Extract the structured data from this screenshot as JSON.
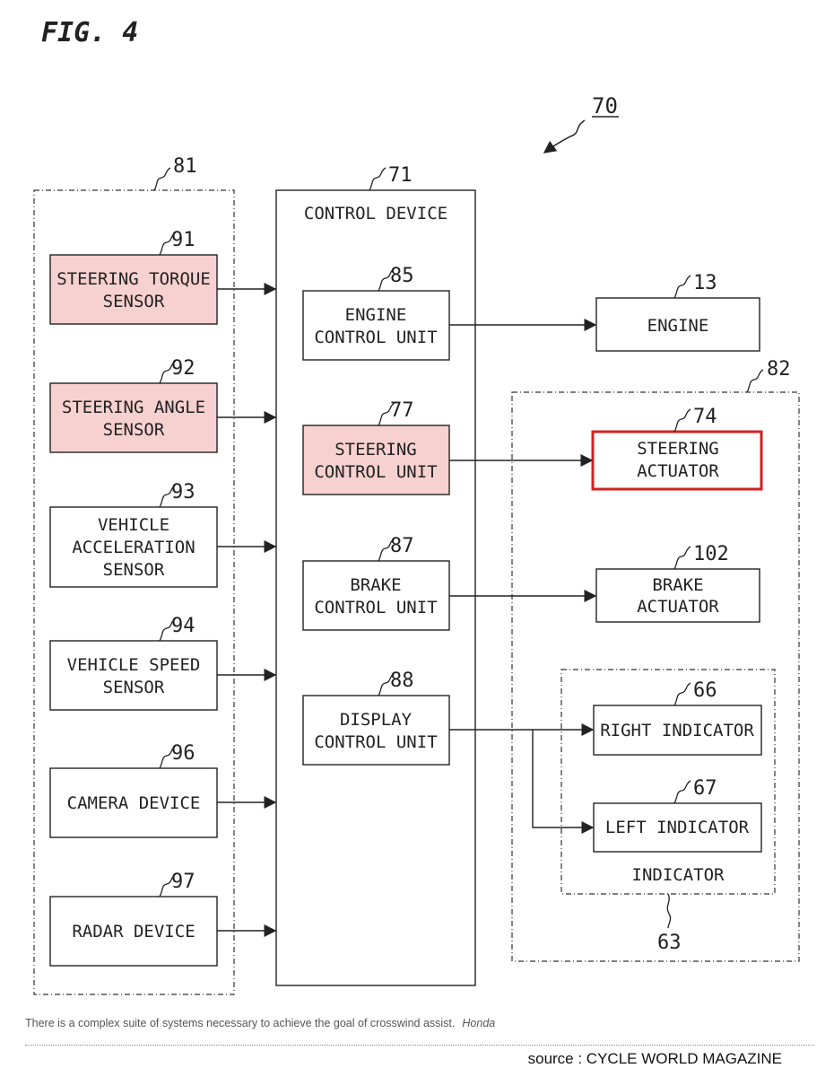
{
  "figure": {
    "title": "FIG. 4",
    "system_ref": "70"
  },
  "groups": {
    "sensors": {
      "ref": "81"
    },
    "control_device": {
      "ref": "71",
      "label": "CONTROL DEVICE"
    },
    "actuators": {
      "ref": "82"
    },
    "indicator": {
      "ref": "63",
      "label": "INDICATOR"
    }
  },
  "sensors": [
    {
      "ref": "91",
      "line1": "STEERING TORQUE",
      "line2": "SENSOR",
      "highlight": true
    },
    {
      "ref": "92",
      "line1": "STEERING ANGLE",
      "line2": "SENSOR",
      "highlight": true
    },
    {
      "ref": "93",
      "line1": "VEHICLE",
      "line2": "ACCELERATION",
      "line3": "SENSOR",
      "highlight": false
    },
    {
      "ref": "94",
      "line1": "VEHICLE SPEED",
      "line2": "SENSOR",
      "highlight": false
    },
    {
      "ref": "96",
      "line1": "CAMERA DEVICE",
      "highlight": false
    },
    {
      "ref": "97",
      "line1": "RADAR DEVICE",
      "highlight": false
    }
  ],
  "units": [
    {
      "ref": "85",
      "line1": "ENGINE",
      "line2": "CONTROL UNIT",
      "highlight": false
    },
    {
      "ref": "77",
      "line1": "STEERING",
      "line2": "CONTROL UNIT",
      "highlight": true
    },
    {
      "ref": "87",
      "line1": "BRAKE",
      "line2": "CONTROL UNIT",
      "highlight": false
    },
    {
      "ref": "88",
      "line1": "DISPLAY",
      "line2": "CONTROL UNIT",
      "highlight": false
    }
  ],
  "outputs": [
    {
      "ref": "13",
      "line1": "ENGINE"
    },
    {
      "ref": "74",
      "line1": "STEERING",
      "line2": "ACTUATOR",
      "emphasis": true
    },
    {
      "ref": "102",
      "line1": "BRAKE",
      "line2": "ACTUATOR"
    },
    {
      "ref": "66",
      "line1": "RIGHT INDICATOR"
    },
    {
      "ref": "67",
      "line1": "LEFT INDICATOR"
    }
  ],
  "caption": {
    "text": "There is a complex suite of systems necessary to achieve the goal of crosswind assist.",
    "credit": "Honda"
  },
  "source": "source : CYCLE WORLD MAGAZINE",
  "colors": {
    "highlight_fill": "#f7d0d0",
    "emphasis_border": "#d42020",
    "line": "#222222"
  }
}
